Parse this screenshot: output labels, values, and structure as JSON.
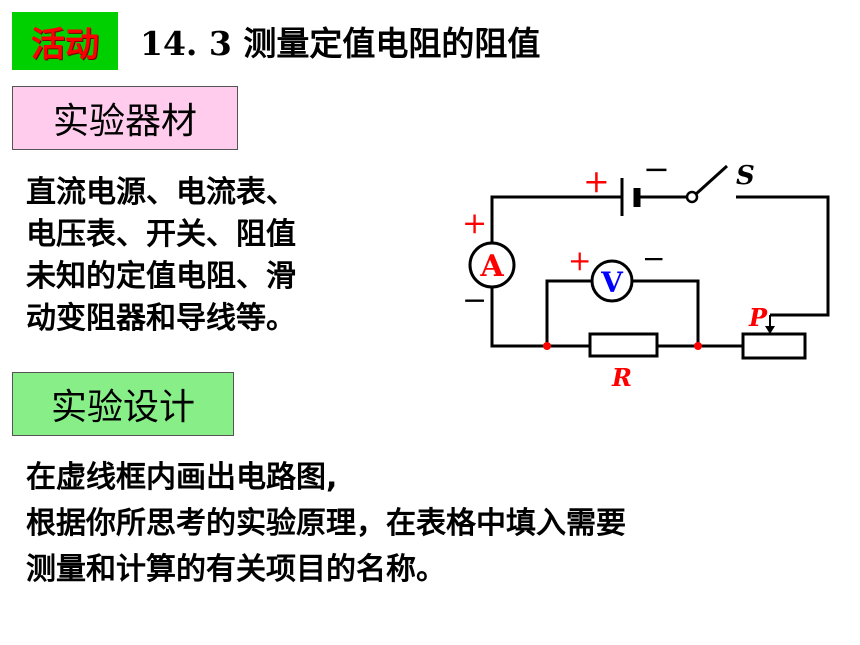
{
  "header": {
    "badge": "活动",
    "title": "14. 3 测量定值电阻的阻值"
  },
  "equipment": {
    "heading": "实验器材",
    "lines": [
      "直流电源、电流表、",
      "电压表、开关、阻值",
      "未知的定值电阻、滑",
      "动变阻器和导线等。"
    ]
  },
  "design": {
    "heading": "实验设计",
    "lines": [
      "在虚线框内画出电路图,",
      "根据你所思考的实验原理，在表格中填入需要",
      "测量和计算的有关项目的名称。"
    ]
  },
  "circuit": {
    "ammeter_label": "A",
    "voltmeter_label": "V",
    "switch_label": "S",
    "slider_label": "P",
    "resistor_label": "R",
    "plus_sign": "+",
    "minus_sign": "−",
    "colors": {
      "red": "#ff0000",
      "blue": "#0000ff",
      "wire": "#000000",
      "badge_bg": "#00d000",
      "pink_box": "#ffccee",
      "green_box": "#88ee88"
    }
  }
}
